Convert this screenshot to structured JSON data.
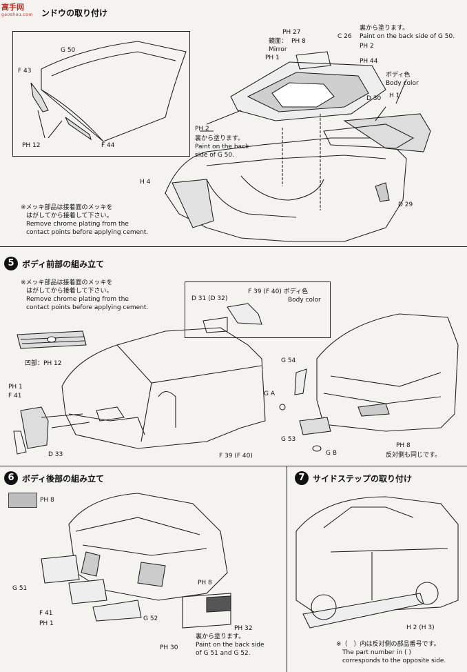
{
  "logo": {
    "brand": "高手网",
    "url": "gaoshou.com"
  },
  "step4": {
    "title": "ンドウの取り付け",
    "inset": {
      "g50": "G 50",
      "f43": "F 43",
      "ph12": "PH 12",
      "f44": "F 44"
    },
    "c26": "C 26",
    "ph27": "PH 27",
    "mirror_jp": "鏡面：",
    "ph8": "PH 8",
    "mirror": "Mirror",
    "ph1": "PH 1",
    "paint_jp_top": "裏から塗ります。",
    "paint_en_top_1": "Paint on the back side of G 50.",
    "ph2_top": "PH 2",
    "ph44": "PH 44",
    "body_color_jp": "ボディ色",
    "body_color_en": "Body color",
    "h1": "H 1",
    "d30": "D 30",
    "ph2_left": "PH 2",
    "paint_jp_left": "裏から塗ります。",
    "paint_en_left_1": "Paint on the back",
    "paint_en_left_2": "side of G 50.",
    "h4": "H 4",
    "d29": "D 29",
    "chrome_jp_1": "※メッキ部品は接着面のメッキを",
    "chrome_jp_2": "はがしてから接着して下さい。",
    "chrome_en_1": "Remove chrome plating from the",
    "chrome_en_2": "contact points before applying cement."
  },
  "step5": {
    "num": "5",
    "title": "ボディ前部の組み立て",
    "chrome_jp_1": "※メッキ部品は接着面のメッキを",
    "chrome_jp_2": "はがしてから接着して下さい。",
    "chrome_en_1": "Remove chrome plating from the",
    "chrome_en_2": "contact points before applying cement.",
    "d31": "D 31 (D 32)",
    "f39_top": "F 39 (F 40) ボディ色",
    "body_color": "Body color",
    "recess": "凹部：PH 12",
    "ph1": "PH 1",
    "f41": "F 41",
    "d33": "D 33",
    "f39_bottom": "F 39 (F 40)",
    "g54": "G 54",
    "ga": "G A",
    "g53": "G 53",
    "gb": "G B",
    "ph8": "PH 8",
    "opposite": "反対側も同じです。"
  },
  "step6": {
    "num": "6",
    "title": "ボディ後部の組み立て",
    "ph8_swatch": "PH 8",
    "g51": "G 51",
    "f41": "F 41",
    "ph1": "PH 1",
    "g52": "G 52",
    "ph8": "PH 8",
    "ph30": "PH 30",
    "ph32": "PH 32",
    "paint_jp": "裏から塗ります。",
    "paint_en_1": "Paint on the back side",
    "paint_en_2": "of G 51 and G 52."
  },
  "step7": {
    "num": "7",
    "title": "サイドステップの取り付け",
    "h2": "H 2 (H 3)",
    "note_jp": "※（　）内は反対側の部品番号です。",
    "note_en_1": "The part number in (  )",
    "note_en_2": "corresponds to the opposite side."
  }
}
